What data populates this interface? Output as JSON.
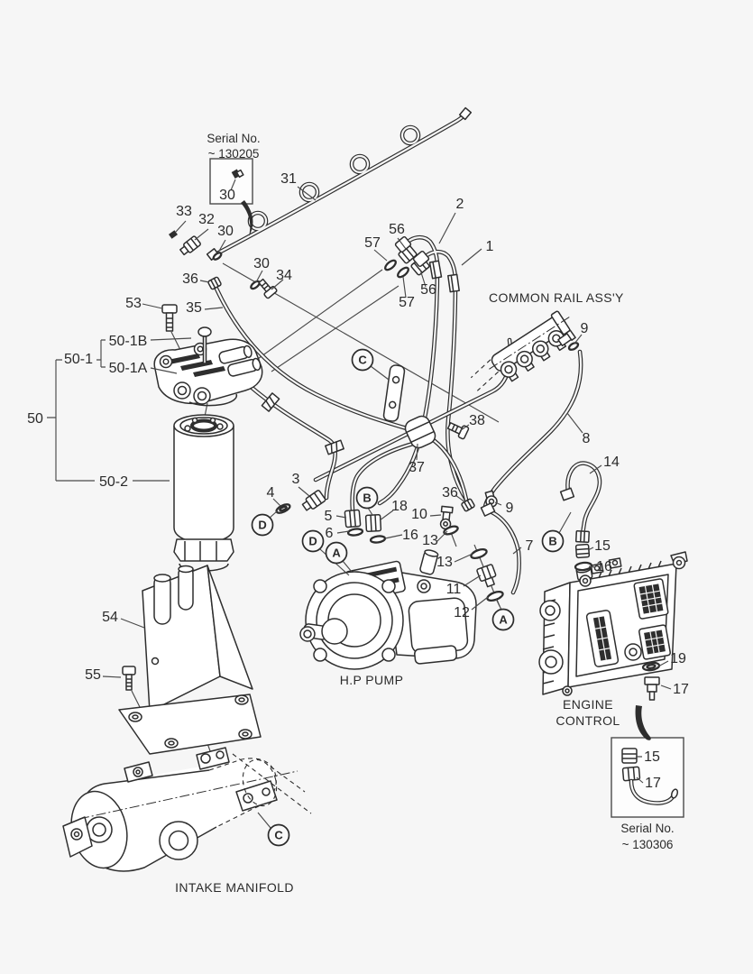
{
  "colors": {
    "background": "#f6f6f6",
    "ink": "#2e2e2e",
    "text": "#2b2b2b"
  },
  "captions": {
    "common_rail": "COMMON RAIL ASS'Y",
    "hp_pump": "H.P PUMP",
    "engine_control_1": "ENGINE",
    "engine_control_2": "CONTROL",
    "intake_manifold": "INTAKE MANIFOLD"
  },
  "serial_box_top": {
    "line1": "Serial No.",
    "line2": "~ 130205"
  },
  "serial_box_bottom": {
    "line1": "Serial No.",
    "line2": "~ 130306"
  },
  "refs": {
    "a": "A",
    "b": "B",
    "c": "C",
    "d": "D"
  },
  "parts": {
    "1": "1",
    "2": "2",
    "3": "3",
    "4": "4",
    "5": "5",
    "6": "6",
    "7": "7",
    "8": "8",
    "9": "9",
    "10": "10",
    "11": "11",
    "12": "12",
    "13": "13",
    "14": "14",
    "15": "15",
    "16": "16",
    "17": "17",
    "18": "18",
    "19": "19",
    "30": "30",
    "31": "31",
    "32": "32",
    "33": "33",
    "34": "34",
    "35": "35",
    "36": "36",
    "37": "37",
    "38": "38",
    "50": "50",
    "50-1": "50-1",
    "50-1A": "50-1A",
    "50-1B": "50-1B",
    "50-2": "50-2",
    "53": "53",
    "54": "54",
    "55": "55",
    "56": "56",
    "57": "57"
  }
}
